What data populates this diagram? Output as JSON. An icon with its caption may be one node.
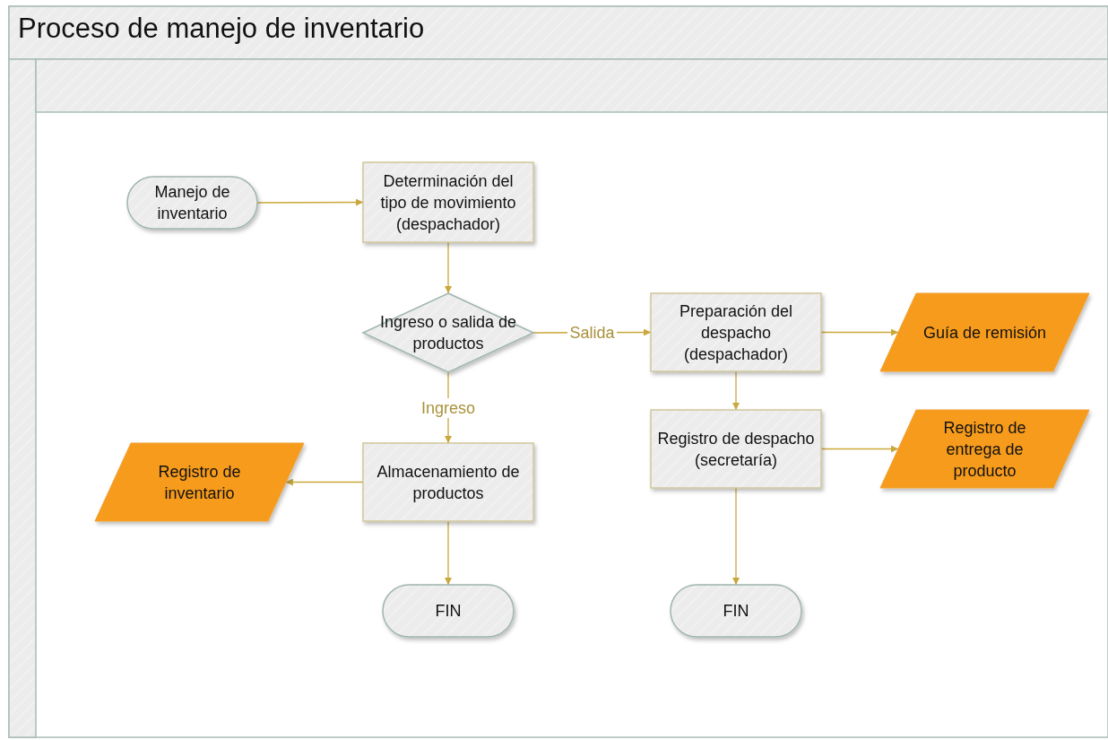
{
  "diagram": {
    "title": "Proceso de manejo de inventario",
    "nodes": [
      {
        "text": [
          "Manejo de inventario"
        ]
      },
      {
        "text": [
          "Determinación del tipo de movimiento (despachador)"
        ]
      },
      {
        "text": [
          "Ingreso o salida de productos"
        ]
      },
      {
        "text": [
          "Preparación del despacho (despachador)"
        ]
      },
      {
        "text": [
          "Guía de remisión"
        ]
      },
      {
        "text": [
          "Registro de despacho (secretaría)"
        ]
      },
      {
        "text": [
          "Registro de entrega de producto"
        ]
      },
      {
        "text": [
          "Registro de inventario"
        ]
      },
      {
        "text": [
          "Almacenamiento de productos"
        ]
      },
      {
        "text": [
          "FIN"
        ]
      },
      {
        "text": [
          "FIN"
        ]
      }
    ],
    "edges": [
      {
        "from": 0,
        "to": 1,
        "arrow": "to"
      },
      {
        "from": 1,
        "to": 2,
        "arrow": "to"
      },
      {
        "from": 2,
        "to": 3,
        "arrow": "to",
        "label": "Salida"
      },
      {
        "from": 2,
        "to": 8,
        "arrow": "to",
        "label": "Ingreso"
      },
      {
        "from": 3,
        "to": 4,
        "arrow": "to"
      },
      {
        "from": 3,
        "to": 5,
        "arrow": "to"
      },
      {
        "from": 5,
        "to": 6,
        "arrow": "to"
      },
      {
        "from": 8,
        "to": 7,
        "arrow": "to"
      },
      {
        "from": 8,
        "to": 9,
        "arrow": "to"
      },
      {
        "from": 5,
        "to": 10,
        "arrow": "to"
      }
    ]
  }
}
